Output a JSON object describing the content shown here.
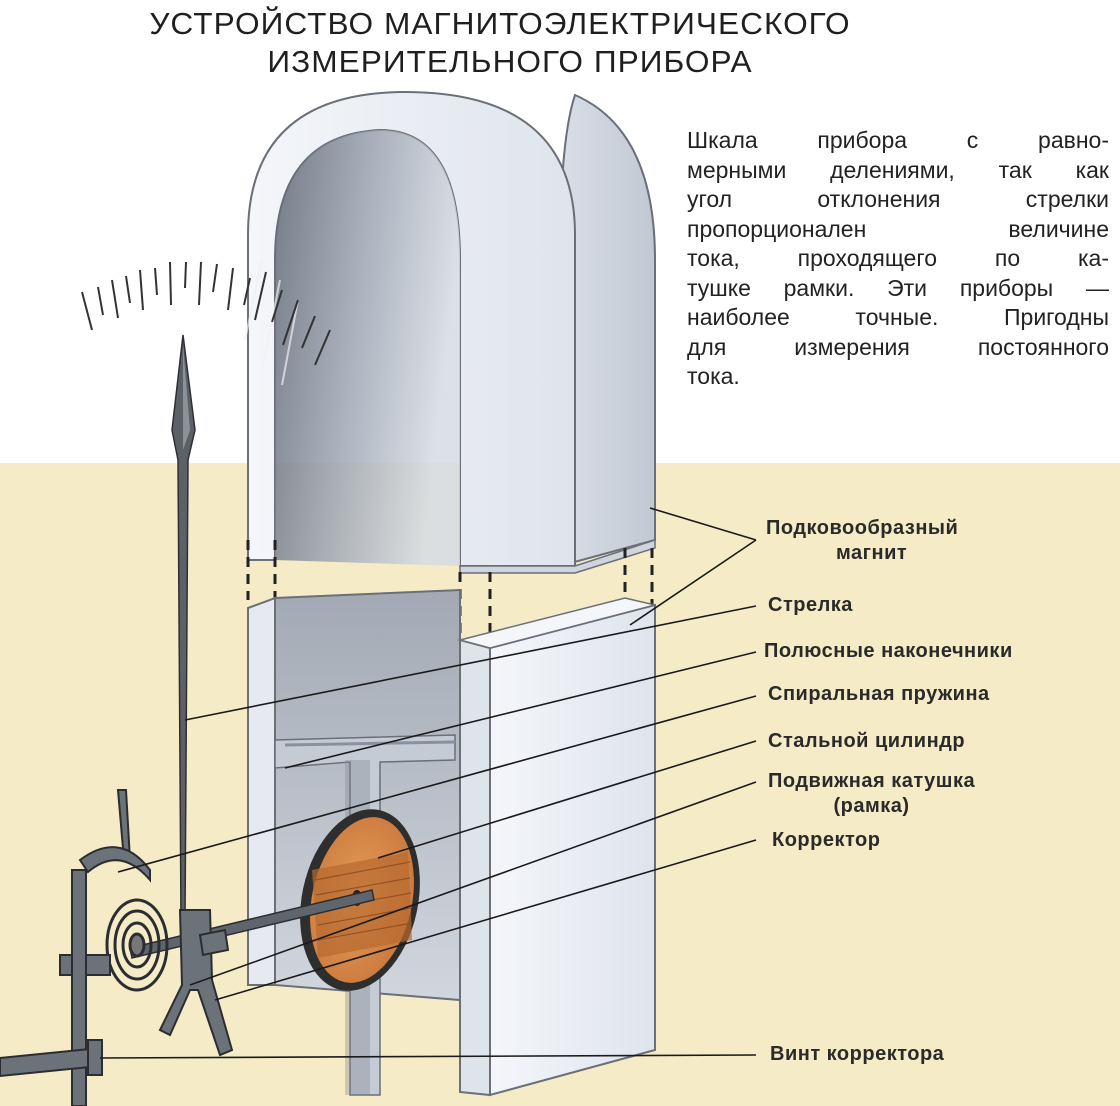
{
  "title": {
    "line1": "УСТРОЙСТВО МАГНИТОЭЛЕКТРИЧЕСКОГО",
    "line2": "ИЗМЕРИТЕЛЬНОГО ПРИБОРА"
  },
  "description": {
    "lines": [
      "Шкала прибора с равно-",
      "мерными делениями, так как",
      "угол отклонения стрелки",
      "пропорционален величине",
      "тока, проходящего по ка-",
      "тушке рамки. Эти приборы —",
      "наиболее точные. Пригодны",
      "для измерения постоянного",
      "тока."
    ]
  },
  "labels": {
    "magnet_line1": "Подковообразный",
    "magnet_line2": "магнит",
    "needle": "Стрелка",
    "pole_pieces": "Полюсные наконечники",
    "spiral_spring": "Спиральная пружина",
    "steel_cylinder": "Стальной цилиндр",
    "moving_coil_line1": "Подвижная катушка",
    "moving_coil_line2": "(рамка)",
    "corrector": "Корректор",
    "corrector_screw": "Винт корректора"
  },
  "colors": {
    "background_band": "#f5ebc6",
    "magnet_fill": "#eef1f6",
    "coil_fill": "#d98d48",
    "leader_lines": "#1a1a1a"
  }
}
